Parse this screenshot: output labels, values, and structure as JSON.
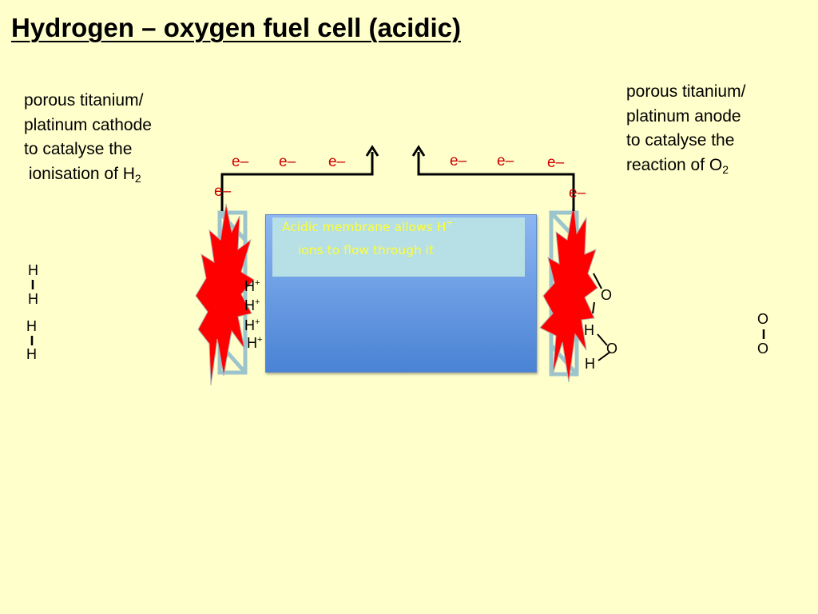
{
  "slide": {
    "title": "Hydrogen – oxygen fuel cell (acidic)",
    "cathode_note": {
      "lines": [
        "porous titanium/",
        "platinum cathode",
        "to catalyse the",
        " ionisation of H"
      ],
      "subscript": "2"
    },
    "anode_note": {
      "lines": [
        "porous titanium/",
        "platinum anode",
        "to catalyse the",
        "reaction of O"
      ],
      "subscript": "2"
    },
    "membrane": {
      "line1": "Acidic membrane allows H",
      "line1_sup": "+",
      "line2": "ions to flow through it"
    },
    "electron_label": "e",
    "electron_sign": "–",
    "proton_label": "H",
    "proton_sign": "+",
    "atoms": {
      "hydrogen": "H",
      "oxygen": "O"
    },
    "colors": {
      "background": "#ffffcc",
      "electron": "#cc0000",
      "spark": "#ff0000",
      "membrane_top": "#8cb6f2",
      "membrane_bottom": "#4a83d4",
      "membrane_text": "#ffff33"
    }
  }
}
